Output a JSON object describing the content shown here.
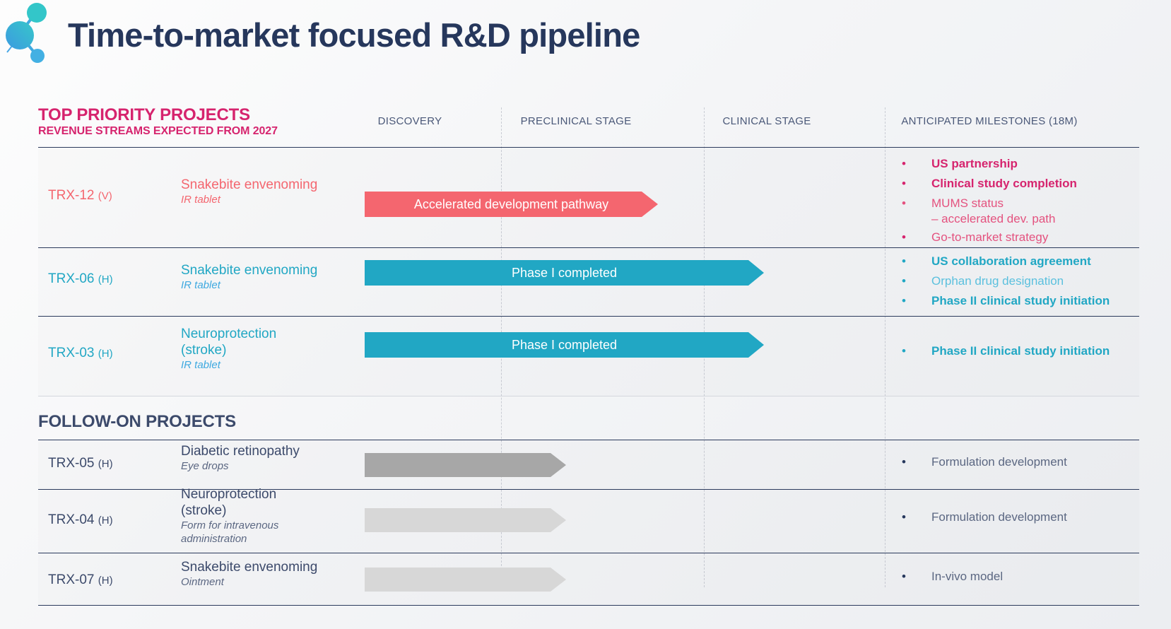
{
  "header": {
    "title": "Time-to-market focused R&D pipeline",
    "logo_icon": "molecule-nodes-icon"
  },
  "colors": {
    "navy": "#26375c",
    "pink": "#d6246e",
    "coral": "#f4666f",
    "teal": "#21a7c4",
    "gray_dark": "#a7a7a7",
    "gray_light": "#d7d7d7",
    "text_gray": "#5b6782"
  },
  "sections": {
    "top_priority": {
      "title": "TOP PRIORITY PROJECTS",
      "subtitle": "REVENUE STREAMS EXPECTED FROM 2027"
    },
    "follow_on": {
      "title": "FOLLOW-ON PROJECTS"
    }
  },
  "columns": [
    {
      "label": "DISCOVERY"
    },
    {
      "label": "PRECLINICAL STAGE"
    },
    {
      "label": "CLINICAL STAGE"
    },
    {
      "label": "ANTICIPATED MILESTONES (18M)"
    }
  ],
  "chart_data": {
    "type": "bar",
    "title": "Time-to-market focused R&D pipeline",
    "xlabel": "",
    "ylabel": "",
    "categories": [
      "DISCOVERY",
      "PRECLINICAL STAGE",
      "CLINICAL STAGE"
    ],
    "legend_position": "none",
    "grid": "vertical-dashed",
    "series": [
      {
        "name": "TRX-12 (V)",
        "indication": "Snakebite envenoming",
        "formulation": "IR tablet",
        "bar_label": "Accelerated development pathway",
        "bar_color": "#f4666f",
        "stage_start": 0.0,
        "stage_end": 2.15,
        "arrowhead": true,
        "section": "top_priority",
        "milestones": [
          {
            "text": "US partnership",
            "emphasis": "strong"
          },
          {
            "text": "Clinical study completion",
            "emphasis": "strong"
          },
          {
            "text": "MUMS status",
            "emphasis": "normal",
            "continuation": "– accelerated dev. path"
          },
          {
            "text": "Go-to-market strategy",
            "emphasis": "normal"
          }
        ]
      },
      {
        "name": "TRX-06 (H)",
        "indication": "Snakebite envenoming",
        "formulation": "IR tablet",
        "bar_label": "Phase I completed",
        "bar_color": "#21a7c4",
        "stage_start": 0.0,
        "stage_end": 3.0,
        "arrowhead": true,
        "section": "top_priority",
        "milestones": [
          {
            "text": "US collaboration agreement",
            "emphasis": "strong"
          },
          {
            "text": "Orphan drug designation",
            "emphasis": "normal"
          },
          {
            "text": "Phase II clinical study initiation",
            "emphasis": "strong"
          }
        ]
      },
      {
        "name": "TRX-03 (H)",
        "indication": "Neuroprotection (stroke)",
        "formulation": "IR tablet",
        "bar_label": "Phase I completed",
        "bar_color": "#21a7c4",
        "stage_start": 0.0,
        "stage_end": 3.0,
        "arrowhead": true,
        "section": "top_priority",
        "milestones": [
          {
            "text": "Phase II clinical study initiation",
            "emphasis": "strong"
          }
        ]
      },
      {
        "name": "TRX-05 (H)",
        "indication": "Diabetic retinopathy",
        "formulation": "Eye drops",
        "bar_label": "",
        "bar_color": "#a7a7a7",
        "stage_start": 0.0,
        "stage_end": 1.2,
        "arrowhead": true,
        "section": "follow_on",
        "milestones": [
          {
            "text": "Formulation development",
            "emphasis": "normal"
          }
        ]
      },
      {
        "name": "TRX-04 (H)",
        "indication": "Neuroprotection (stroke)",
        "formulation": "Form for intravenous administration",
        "bar_label": "",
        "bar_color": "#d7d7d7",
        "stage_start": 0.0,
        "stage_end": 1.2,
        "arrowhead": true,
        "section": "follow_on",
        "milestones": [
          {
            "text": "Formulation development",
            "emphasis": "normal"
          }
        ]
      },
      {
        "name": "TRX-07 (H)",
        "indication": "Snakebite envenoming",
        "formulation": "Ointment",
        "bar_label": "",
        "bar_color": "#d7d7d7",
        "stage_start": 0.0,
        "stage_end": 1.2,
        "arrowhead": true,
        "section": "follow_on",
        "milestones": [
          {
            "text": "In-vivo model",
            "emphasis": "normal"
          }
        ]
      }
    ]
  },
  "rows": {
    "r0": {
      "code_main": "TRX-12",
      "code_sub": "(V)",
      "name": "Snakebite envenoming",
      "form": "IR tablet",
      "bar": "Accelerated development pathway",
      "m0": "US partnership",
      "m1": "Clinical study completion",
      "m2": "MUMS status",
      "m2b": "– accelerated dev. path",
      "m3": "Go-to-market strategy",
      "bullet": "•"
    },
    "r1": {
      "code_main": "TRX-06",
      "code_sub": "(H)",
      "name": "Snakebite envenoming",
      "form": "IR tablet",
      "bar": "Phase I completed",
      "m0": "US collaboration agreement",
      "m1": "Orphan drug designation",
      "m2": "Phase II clinical study initiation"
    },
    "r2": {
      "code_main": "TRX-03",
      "code_sub": "(H)",
      "name_l1": "Neuroprotection",
      "name_l2": "(stroke)",
      "form": "IR tablet",
      "bar": "Phase I completed",
      "m0": "Phase II clinical study initiation"
    },
    "r3": {
      "code_main": "TRX-05",
      "code_sub": "(H)",
      "name": "Diabetic retinopathy",
      "form": "Eye drops",
      "m0": "Formulation development"
    },
    "r4": {
      "code_main": "TRX-04",
      "code_sub": "(H)",
      "name_l1": "Neuroprotection",
      "name_l2": "(stroke)",
      "form_l1": "Form for intravenous",
      "form_l2": "administration",
      "m0": "Formulation development"
    },
    "r5": {
      "code_main": "TRX-07",
      "code_sub": "(H)",
      "name": "Snakebite envenoming",
      "form": "Ointment",
      "m0": "In-vivo model"
    }
  },
  "bullet": "•"
}
